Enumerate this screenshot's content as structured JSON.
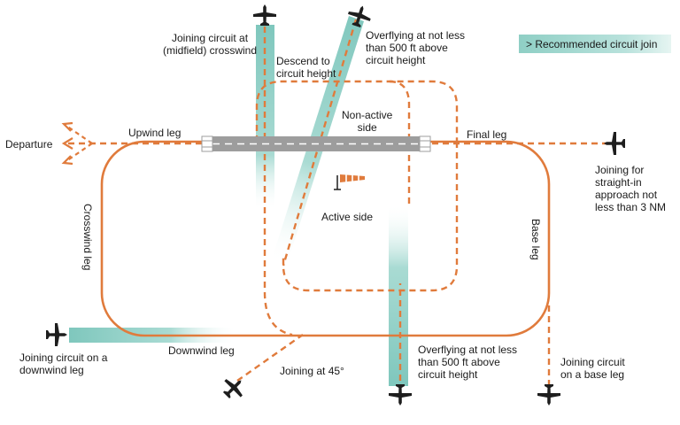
{
  "colors": {
    "circuit": "#e07b3c",
    "recommended": "#7fc7bd",
    "runway": "#9d9d9d",
    "aircraft": "#1e1e1e",
    "text": "#1a1a1a"
  },
  "legend": {
    "label": "> Recommended circuit join"
  },
  "labels": {
    "departure": "Departure",
    "upwind_leg": "Upwind leg",
    "crosswind_leg": "Crosswind leg",
    "downwind_leg": "Downwind leg",
    "base_leg": "Base leg",
    "final_leg": "Final leg",
    "non_active_side": "Non-active\nside",
    "active_side": "Active side",
    "join_midfield_crosswind": "Joining circuit at\n(midfield) crosswind",
    "descend_to_circuit_height": "Descend to\ncircuit height",
    "overfly_top": "Overflying at not less\nthan 500 ft above\ncircuit height",
    "overfly_bottom": "Overflying at not less\nthan 500 ft above\ncircuit height",
    "straight_in": "Joining for\nstraight-in\napproach not\nless than 3 NM",
    "join_downwind": "Joining circuit on a\ndownwind leg",
    "join_45": "Joining at 45°",
    "join_base": "Joining circuit\non a base leg"
  },
  "icons": [
    "aircraft-icon",
    "windsock-icon",
    "arrow-icon"
  ]
}
